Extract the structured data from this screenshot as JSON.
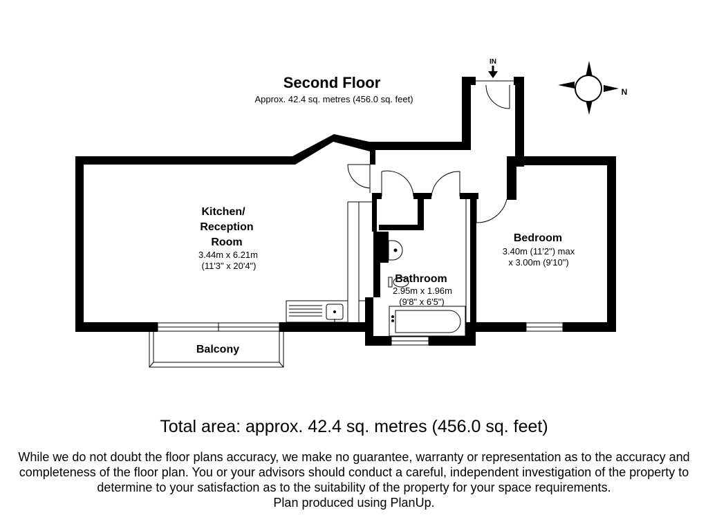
{
  "header": {
    "title": "Second Floor",
    "subtitle": "Approx. 42.4 sq. metres (456.0 sq. feet)"
  },
  "entrance_label": "IN",
  "compass_label": "N",
  "rooms": {
    "kitchen": {
      "name_lines": [
        "Kitchen/",
        "Reception",
        "Room"
      ],
      "dim_metric": "3.44m x 6.21m",
      "dim_imperial": "(11'3\" x 20'4\")"
    },
    "bedroom": {
      "name": "Bedroom",
      "dim_metric": "3.40m (11'2\") max",
      "dim_imperial": "x 3.00m (9'10\")"
    },
    "bathroom": {
      "name": "Bathroom",
      "dim_metric": "2.95m x 1.96m",
      "dim_imperial": "(9'8\" x 6'5\")"
    },
    "balcony": {
      "name": "Balcony"
    }
  },
  "footer": {
    "total_area": "Total area: approx. 42.4 sq. metres (456.0 sq. feet)",
    "disclaimer": "While we do not doubt the floor plans accuracy, we make no guarantee, warranty or representation as to the accuracy and completeness of the floor plan. You or your advisors should conduct a careful, independent investigation of the property to determine to your satisfaction as to the suitability of the property for your space requirements.",
    "credit": "Plan produced using PlanUp."
  }
}
